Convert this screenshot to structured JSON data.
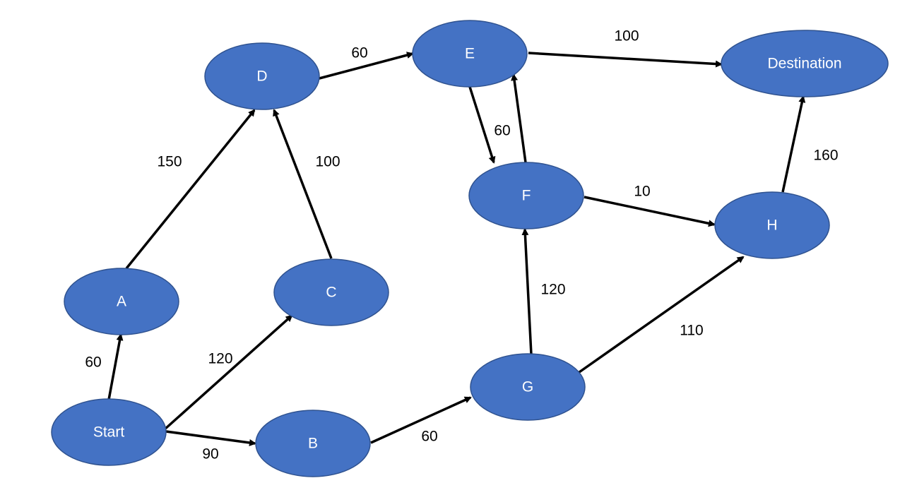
{
  "colors": {
    "node_fill": "#4472C4",
    "node_stroke": "#2F528F",
    "edge": "#000000",
    "node_text": "#ffffff",
    "edge_text": "#000000"
  },
  "nodes": [
    {
      "id": "start",
      "label": "Start"
    },
    {
      "id": "a",
      "label": "A"
    },
    {
      "id": "b",
      "label": "B"
    },
    {
      "id": "c",
      "label": "C"
    },
    {
      "id": "d",
      "label": "D"
    },
    {
      "id": "e",
      "label": "E"
    },
    {
      "id": "f",
      "label": "F"
    },
    {
      "id": "g",
      "label": "G"
    },
    {
      "id": "h",
      "label": "H"
    },
    {
      "id": "destination",
      "label": "Destination"
    }
  ],
  "edges": [
    {
      "from": "start",
      "to": "a",
      "weight": "60"
    },
    {
      "from": "start",
      "to": "c",
      "weight": "120"
    },
    {
      "from": "start",
      "to": "b",
      "weight": "90"
    },
    {
      "from": "a",
      "to": "d",
      "weight": "150"
    },
    {
      "from": "c",
      "to": "d",
      "weight": "100"
    },
    {
      "from": "d",
      "to": "e",
      "weight": "60"
    },
    {
      "from": "e",
      "to": "destination",
      "weight": "100"
    },
    {
      "from": "e",
      "to": "f",
      "weight": "60"
    },
    {
      "from": "f",
      "to": "e",
      "weight": ""
    },
    {
      "from": "f",
      "to": "h",
      "weight": "10"
    },
    {
      "from": "b",
      "to": "g",
      "weight": "60"
    },
    {
      "from": "g",
      "to": "f",
      "weight": "120"
    },
    {
      "from": "g",
      "to": "h",
      "weight": "110"
    },
    {
      "from": "h",
      "to": "destination",
      "weight": "160"
    }
  ]
}
